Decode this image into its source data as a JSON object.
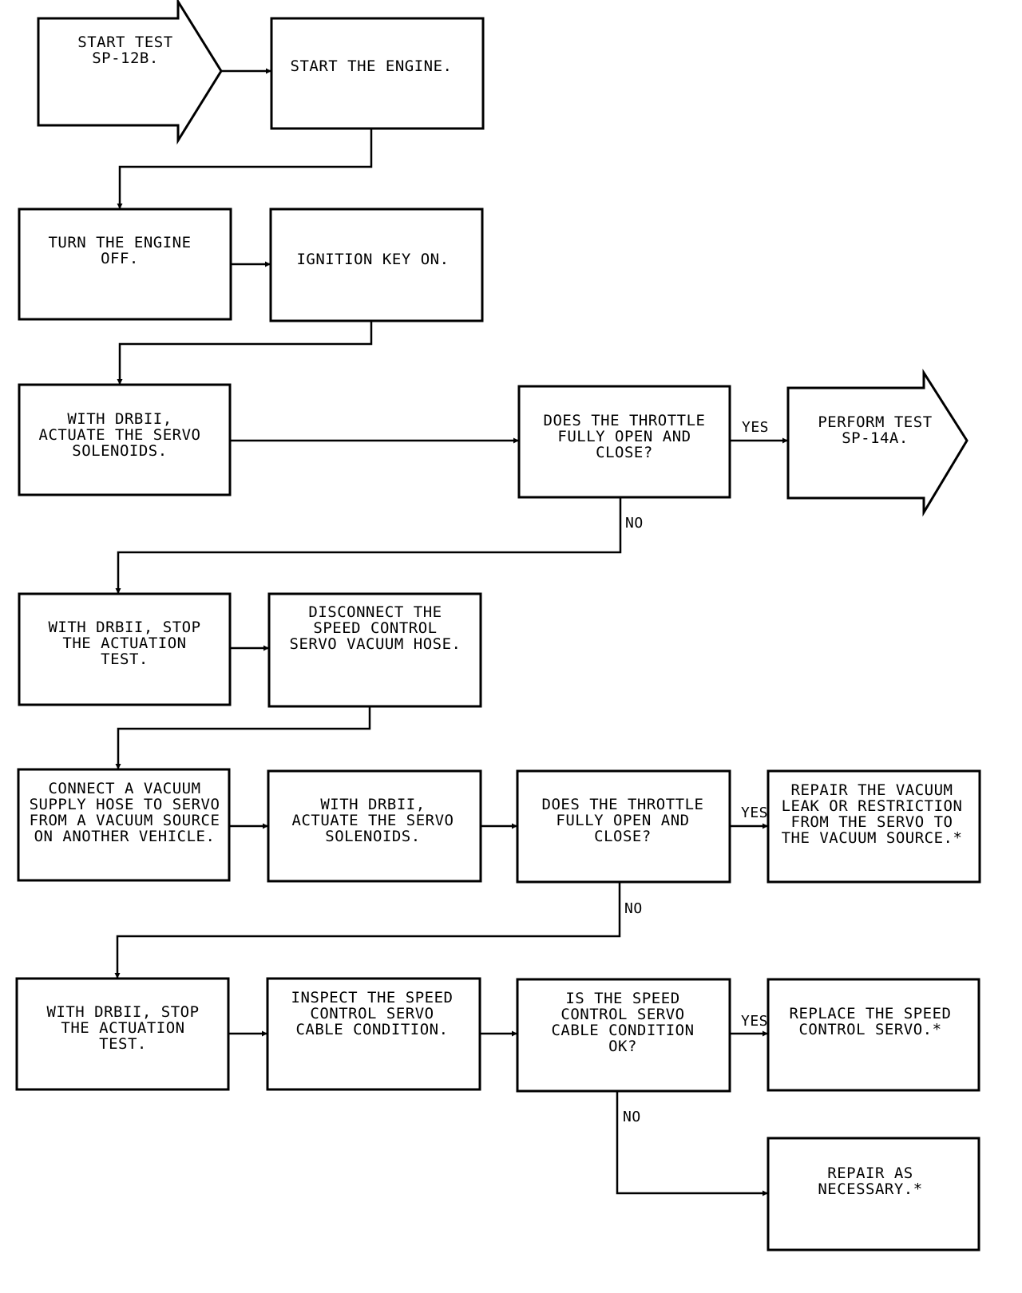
{
  "nodes": {
    "start": [
      "START TEST",
      "SP-12B."
    ],
    "start_engine": [
      "START THE ENGINE."
    ],
    "turn_off": [
      "TURN THE ENGINE",
      "OFF."
    ],
    "ign_on": [
      "IGNITION KEY ON."
    ],
    "actuate1": [
      "WITH DRBII,",
      "ACTUATE THE SERVO",
      "SOLENOIDS."
    ],
    "q1": [
      "DOES THE THROTTLE",
      "FULLY OPEN AND",
      "CLOSE?"
    ],
    "perform": [
      "PERFORM TEST",
      "SP-14A."
    ],
    "stop1": [
      "WITH DRBII, STOP",
      "THE ACTUATION",
      "TEST."
    ],
    "disconnect": [
      "DISCONNECT THE",
      "SPEED CONTROL",
      "SERVO VACUUM HOSE."
    ],
    "connect": [
      "CONNECT A VACUUM",
      "SUPPLY HOSE TO SERVO",
      "FROM A VACUUM SOURCE",
      "ON ANOTHER VEHICLE."
    ],
    "actuate2": [
      "WITH DRBII,",
      "ACTUATE THE SERVO",
      "SOLENOIDS."
    ],
    "q2": [
      "DOES THE THROTTLE",
      "FULLY OPEN AND",
      "CLOSE?"
    ],
    "repair_vac": [
      "REPAIR THE VACUUM",
      "LEAK OR RESTRICTION",
      "FROM THE SERVO TO",
      "THE VACUUM SOURCE.*"
    ],
    "stop2": [
      "WITH DRBII, STOP",
      "THE ACTUATION",
      "TEST."
    ],
    "inspect": [
      "INSPECT THE SPEED",
      "CONTROL SERVO",
      "CABLE CONDITION."
    ],
    "q3": [
      "IS THE SPEED",
      "CONTROL SERVO",
      "CABLE CONDITION",
      "OK?"
    ],
    "replace": [
      "REPLACE THE SPEED",
      "CONTROL SERVO.*"
    ],
    "repair_nec": [
      "REPAIR AS",
      "NECESSARY.*"
    ]
  },
  "branches": {
    "q1_yes": "YES",
    "q1_no": "NO",
    "q2_yes": "YES",
    "q2_no": "NO",
    "q3_yes": "YES",
    "q3_no": "NO"
  }
}
